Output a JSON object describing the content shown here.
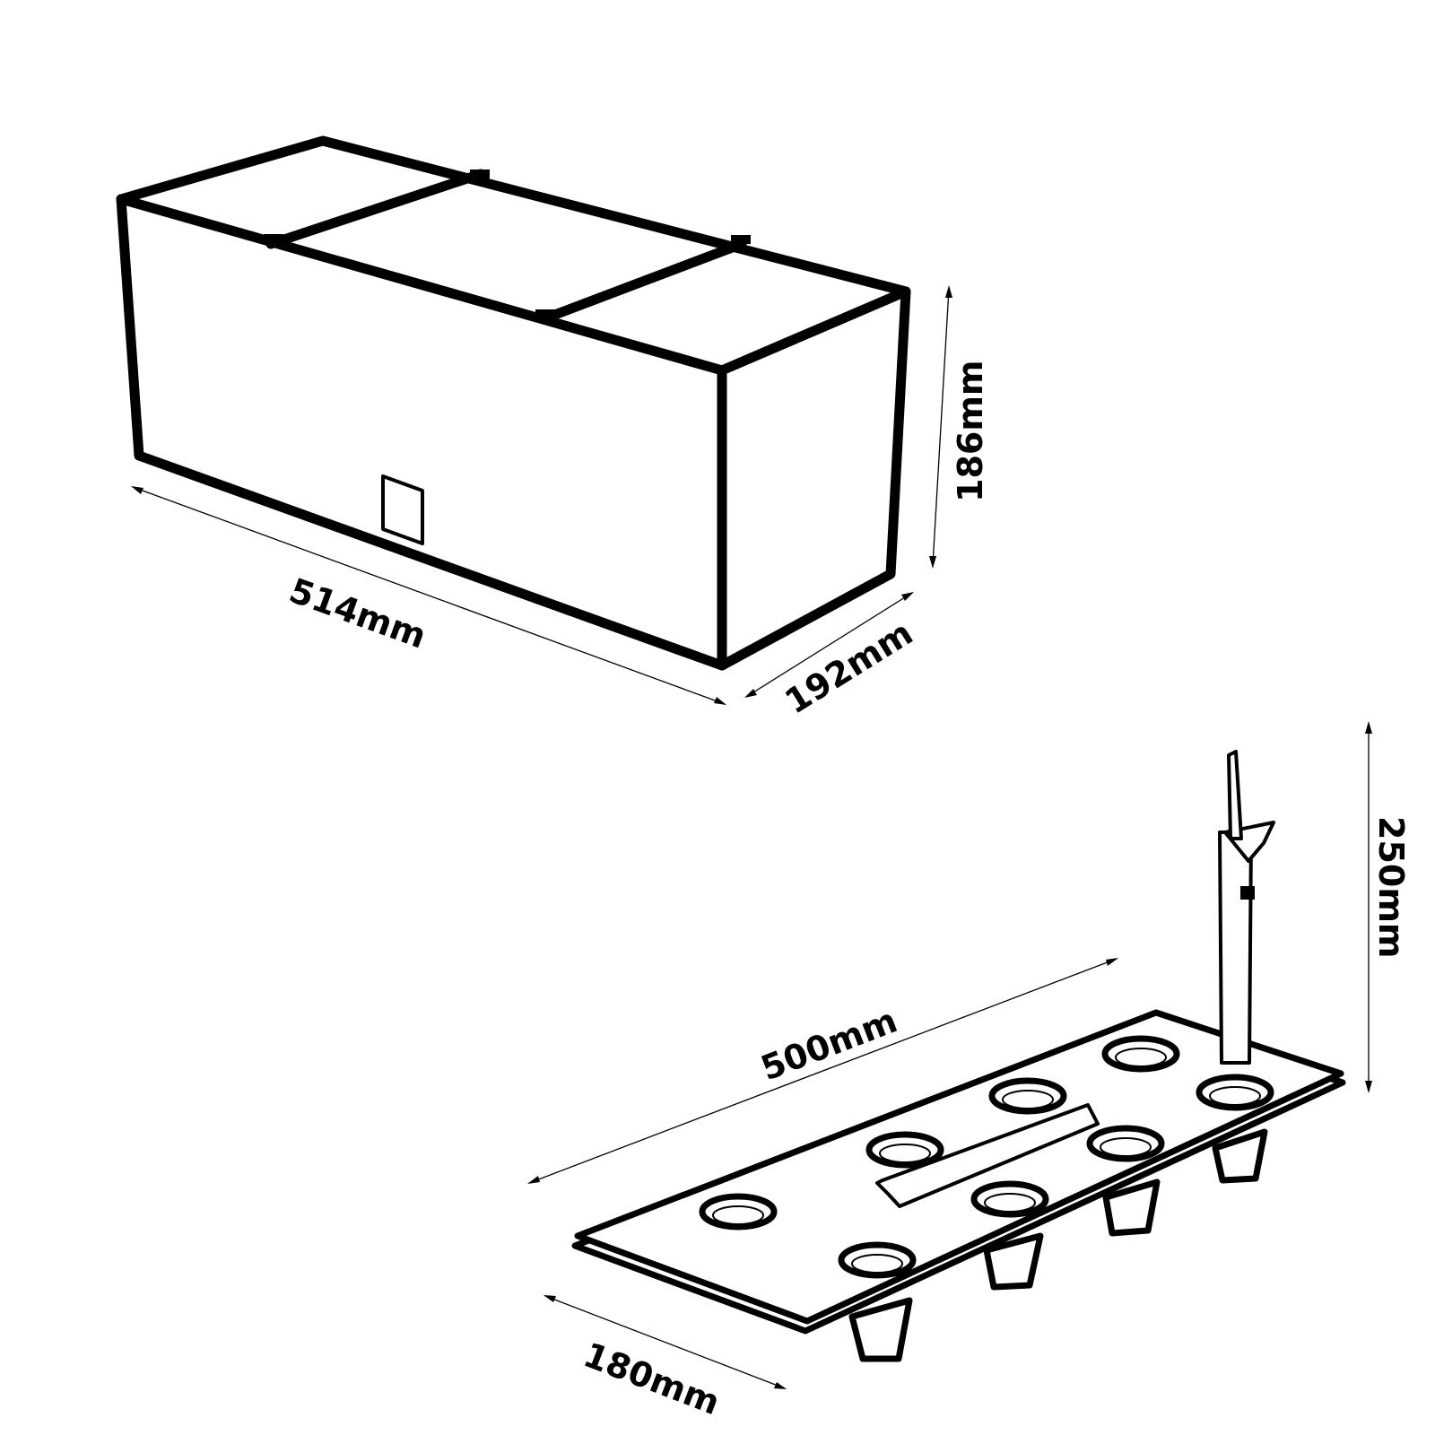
{
  "box": {
    "length_label": "514mm",
    "depth_label": "192mm",
    "height_label": "186mm"
  },
  "tray": {
    "length_label": "500mm",
    "width_label": "180mm",
    "height_label": "250mm"
  }
}
